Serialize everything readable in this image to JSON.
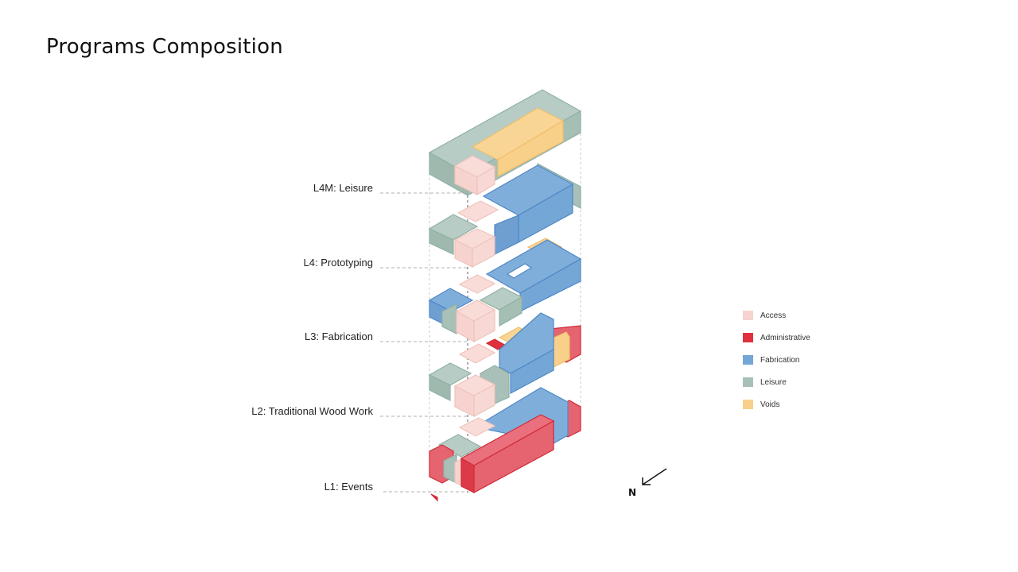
{
  "title": "Programs Composition",
  "levels": [
    {
      "label": "L4M: Leisure"
    },
    {
      "label": "L4: Prototyping"
    },
    {
      "label": "L3: Fabrication"
    },
    {
      "label": "L2: Traditional Wood Work"
    },
    {
      "label": "L1: Events"
    }
  ],
  "legend": [
    {
      "label": "Access",
      "color": "#f6d3cf"
    },
    {
      "label": "Administrative",
      "color": "#e0303e"
    },
    {
      "label": "Fabrication",
      "color": "#74a6d6"
    },
    {
      "label": "Leisure",
      "color": "#a8c0b7"
    },
    {
      "label": "Voids",
      "color": "#f8d08a"
    }
  ],
  "north": {
    "label": "N"
  }
}
